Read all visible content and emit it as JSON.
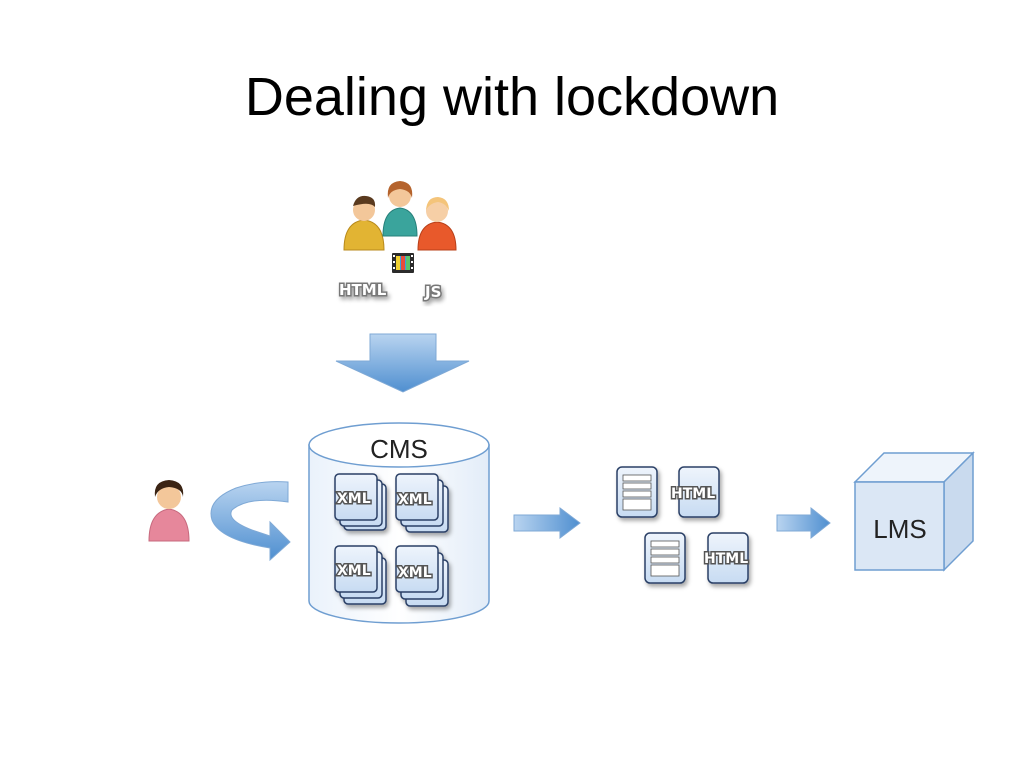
{
  "title": "Dealing with lockdown",
  "authoring_team": {
    "icon": "team-of-three-people-icon",
    "tool_icon": "film-strip-icon",
    "tag_html": "HTML",
    "tag_js": "JS"
  },
  "cms": {
    "label": "CMS",
    "documents": [
      "XML",
      "XML",
      "XML",
      "XML"
    ]
  },
  "user": {
    "icon": "person-icon"
  },
  "published_output": {
    "pages": [
      "HTML",
      "HTML"
    ]
  },
  "lms": {
    "label": "LMS"
  },
  "colors": {
    "arrow": "#5b9bd5",
    "arrow_light": "#b9d4f0",
    "cylinder_stroke": "#6f9ed1",
    "lms_face": "#dbe7f5"
  }
}
